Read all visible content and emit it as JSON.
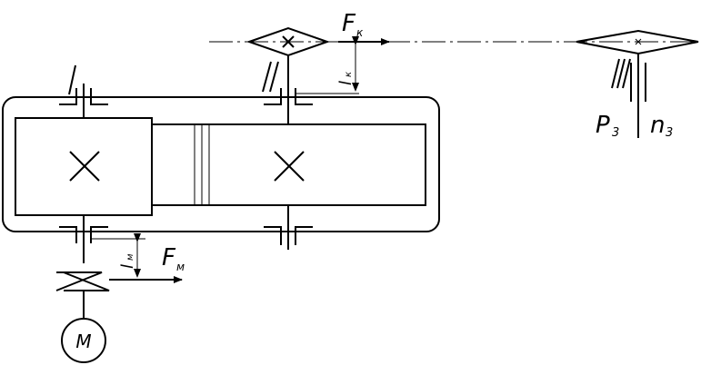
{
  "labels": {
    "shaft_1": "I",
    "shaft_2": "II",
    "shaft_3": "III",
    "force_chain": "F",
    "force_chain_sub": "к",
    "force_coupling": "F",
    "force_coupling_sub": "м",
    "arm_chain": "l",
    "arm_chain_sub": "к",
    "arm_coupling": "l",
    "arm_coupling_sub": "м",
    "power": "P",
    "power_sub": "3",
    "speed": "n",
    "speed_sub": "3",
    "motor": "M"
  }
}
